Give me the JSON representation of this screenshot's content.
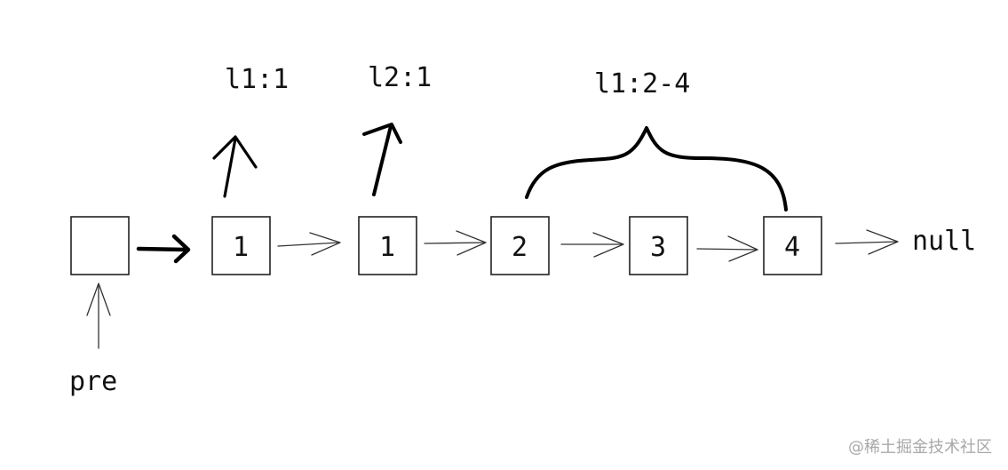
{
  "nodes": [
    {
      "id": "head",
      "value": ""
    },
    {
      "id": "n1",
      "value": "1"
    },
    {
      "id": "n2",
      "value": "1"
    },
    {
      "id": "n3",
      "value": "2"
    },
    {
      "id": "n4",
      "value": "3"
    },
    {
      "id": "n5",
      "value": "4"
    }
  ],
  "labels": {
    "l1_first": "l1:1",
    "l2_first": "l2:1",
    "l1_rest": "l1:2-4",
    "null": "null",
    "pre": "pre"
  },
  "watermark": "@稀土掘金技术社区",
  "colors": {
    "stroke": "#222222",
    "text": "#111111",
    "watermark": "#a8a8a8"
  }
}
